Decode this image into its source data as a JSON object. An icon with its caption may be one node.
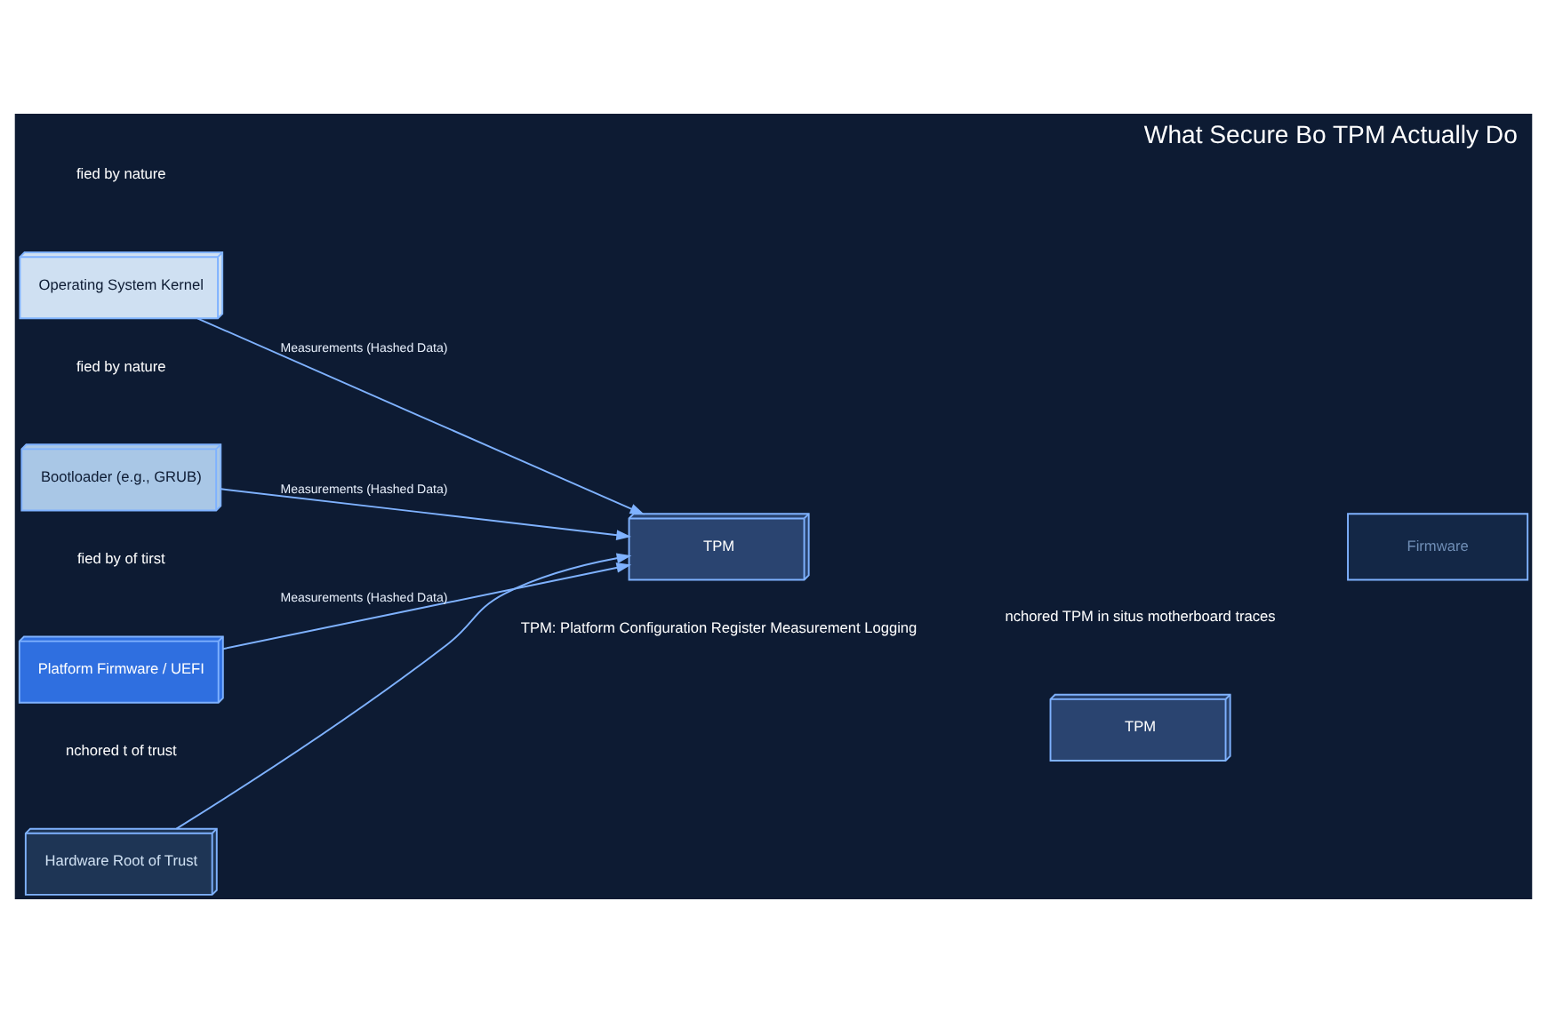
{
  "diagram": {
    "title": "What Secure Bo TPM Actually Do",
    "nodes": [
      {
        "text": [
          "Operating System Kernel"
        ]
      },
      {
        "text": [
          "Bootloader (e.g., GRUB)"
        ]
      },
      {
        "text": [
          "Platform Firmware / UEFI"
        ]
      },
      {
        "text": [
          "Hardware Root of Trust"
        ]
      },
      {
        "text": [
          "TPM"
        ],
        "beside": [
          "TPM: Platform Configuration Register Measurement Logging"
        ]
      },
      {
        "text": [
          "TPM"
        ]
      },
      {
        "text": [
          "Firmware"
        ]
      }
    ],
    "edges": [
      {
        "from": 0,
        "to": 4,
        "arrow": "to",
        "label": "Measurements (Hashed Data)"
      },
      {
        "from": 1,
        "to": 4,
        "arrow": "to",
        "label": "Measurements (Hashed Data)"
      },
      {
        "from": 2,
        "to": 4,
        "arrow": "to",
        "label": "Measurements (Hashed Data)"
      },
      {
        "from": 3,
        "to": 4,
        "arrow": "to"
      }
    ],
    "labels": [
      "fied by nature",
      "fied by nature",
      "fied by of tirst",
      "nchored t of trust",
      "nchored TPM in situs motherboard traces"
    ]
  }
}
